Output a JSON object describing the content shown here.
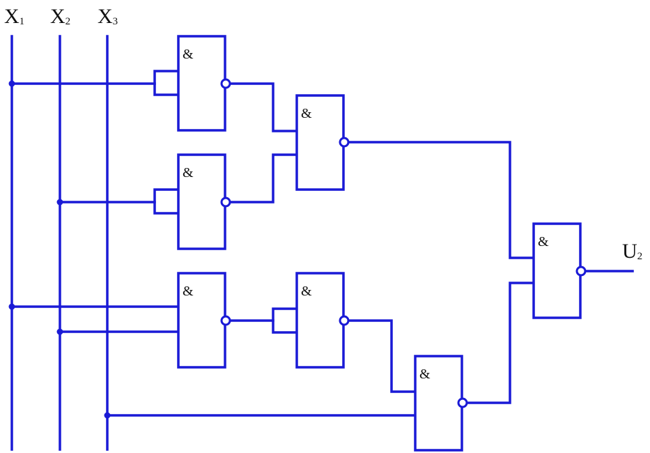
{
  "signals": {
    "x1": {
      "letter": "X",
      "sub": "1"
    },
    "x2": {
      "letter": "X",
      "sub": "2"
    },
    "x3": {
      "letter": "X",
      "sub": "3"
    },
    "output": {
      "letter": "U",
      "sub": "2"
    }
  },
  "gate_symbol": "&",
  "colors": {
    "wire": "#1a1ad6",
    "text": "#111111"
  }
}
